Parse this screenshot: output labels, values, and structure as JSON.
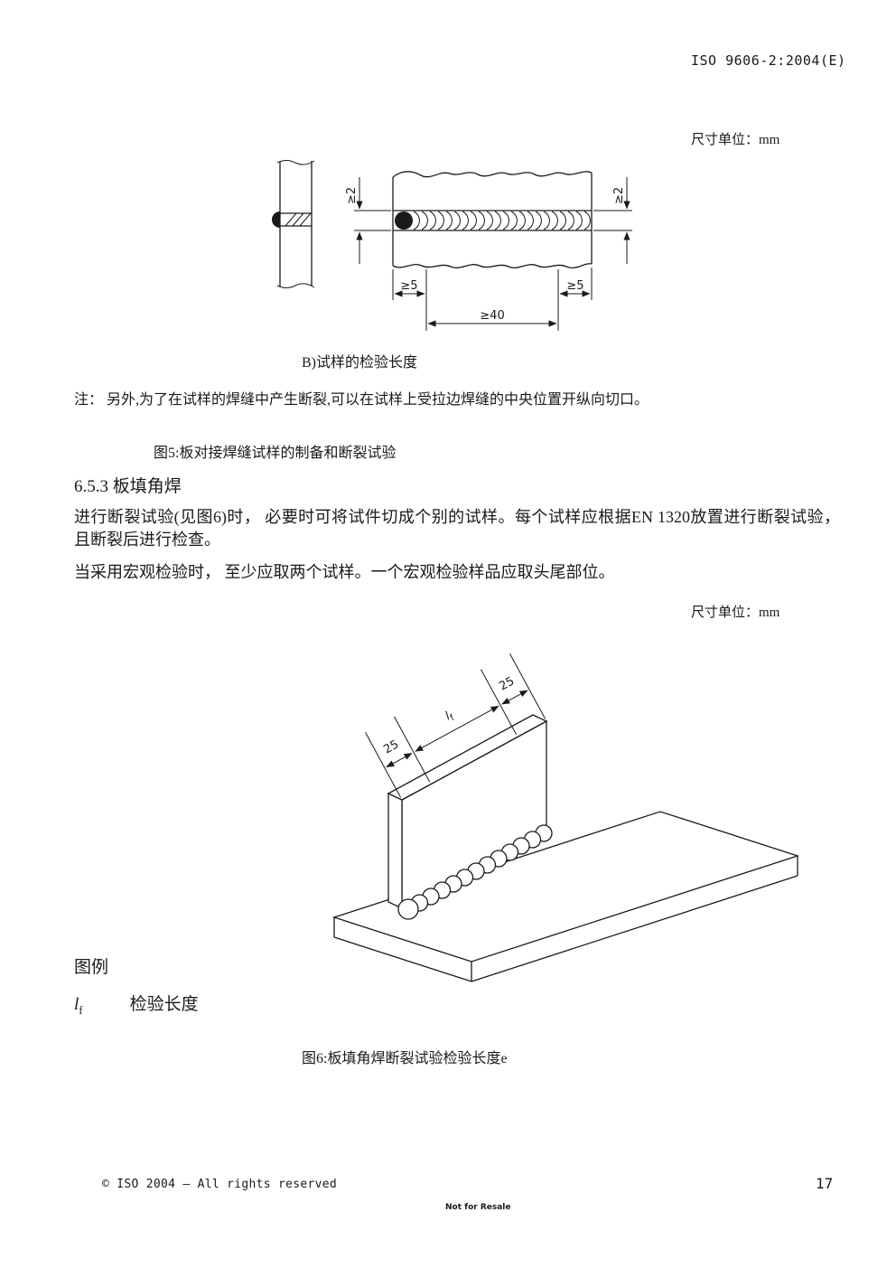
{
  "page": {
    "doc_ref": "ISO 9606-2:2004(E)",
    "page_number": "17",
    "copyright": "© ISO 2004 – All rights reserved",
    "watermark": "Not for Resale"
  },
  "fig5": {
    "units_label": "尺寸单位：mm",
    "dim_ge2": "≥2",
    "dim_ge5": "≥5",
    "dim_ge40": "≥40",
    "caption": "B)试样的检验长度",
    "note": "注： 另外,为了在试样的焊缝中产生断裂,可以在试样上受拉边焊缝的中央位置开纵向切口。",
    "title": "图5:板对接焊缝试样的制备和断裂试验"
  },
  "section653": {
    "heading": "6.5.3 板填角焊",
    "para1": "进行断裂试验(见图6)时， 必要时可将试件切成个别的试样。每个试样应根据EN 1320放置进行断裂试验， 且断裂后进行检查。",
    "para2": "当采用宏观检验时， 至少应取两个试样。一个宏观检验样品应取头尾部位。"
  },
  "fig6": {
    "units_label": "尺寸单位：mm",
    "dim_25": "25",
    "dim_lf_main": "l",
    "dim_lf_sub": "f",
    "legend_heading": "图例",
    "legend_symbol_main": "l",
    "legend_symbol_sub": "f",
    "legend_desc": "检验长度",
    "title": "图6:板填角焊断裂试验检验长度e"
  }
}
